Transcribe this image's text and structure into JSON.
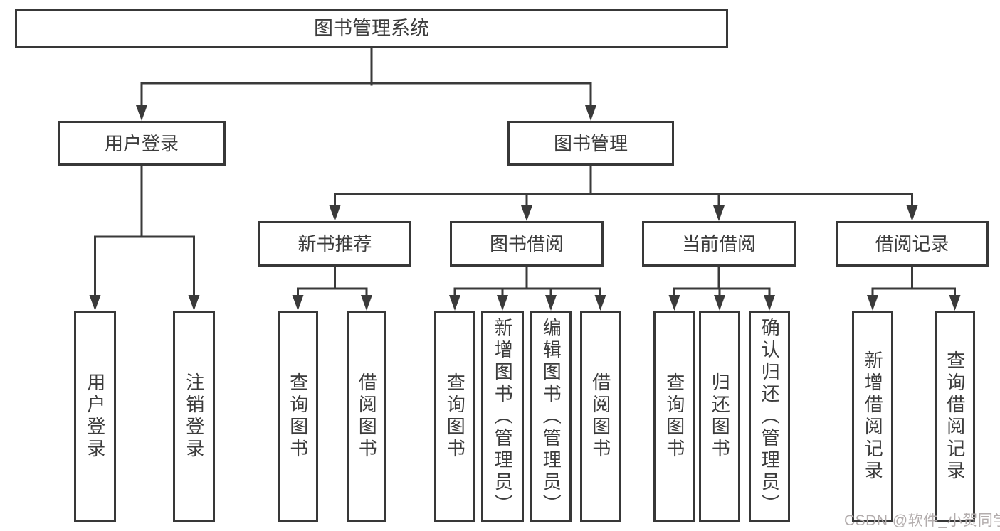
{
  "colors": {
    "background": "#ffffff",
    "line": "#3a3a3a",
    "box_border": "#383838",
    "text": "#3c3c3c",
    "watermark": "#b3adad"
  },
  "watermark": {
    "text": "CSDN @软件_小贺同学"
  },
  "diagram": {
    "label": "图书管理系统",
    "children": [
      {
        "label": "用户登录",
        "children": [
          {
            "label": "用户登录"
          },
          {
            "label": "注销登录"
          }
        ]
      },
      {
        "label": "图书管理",
        "children": [
          {
            "label": "新书推荐",
            "children": [
              {
                "label": "查询图书"
              },
              {
                "label": "借阅图书"
              }
            ]
          },
          {
            "label": "图书借阅",
            "children": [
              {
                "label": "查询图书"
              },
              {
                "label": "新增图书（管理员）"
              },
              {
                "label": "编辑图书（管理员）"
              },
              {
                "label": "借阅图书"
              }
            ]
          },
          {
            "label": "当前借阅",
            "children": [
              {
                "label": "查询图书"
              },
              {
                "label": "归还图书"
              },
              {
                "label": "确认归还（管理员）"
              }
            ]
          },
          {
            "label": "借阅记录",
            "children": [
              {
                "label": "新增借阅记录"
              },
              {
                "label": "查询借阅记录"
              }
            ]
          }
        ]
      }
    ]
  }
}
